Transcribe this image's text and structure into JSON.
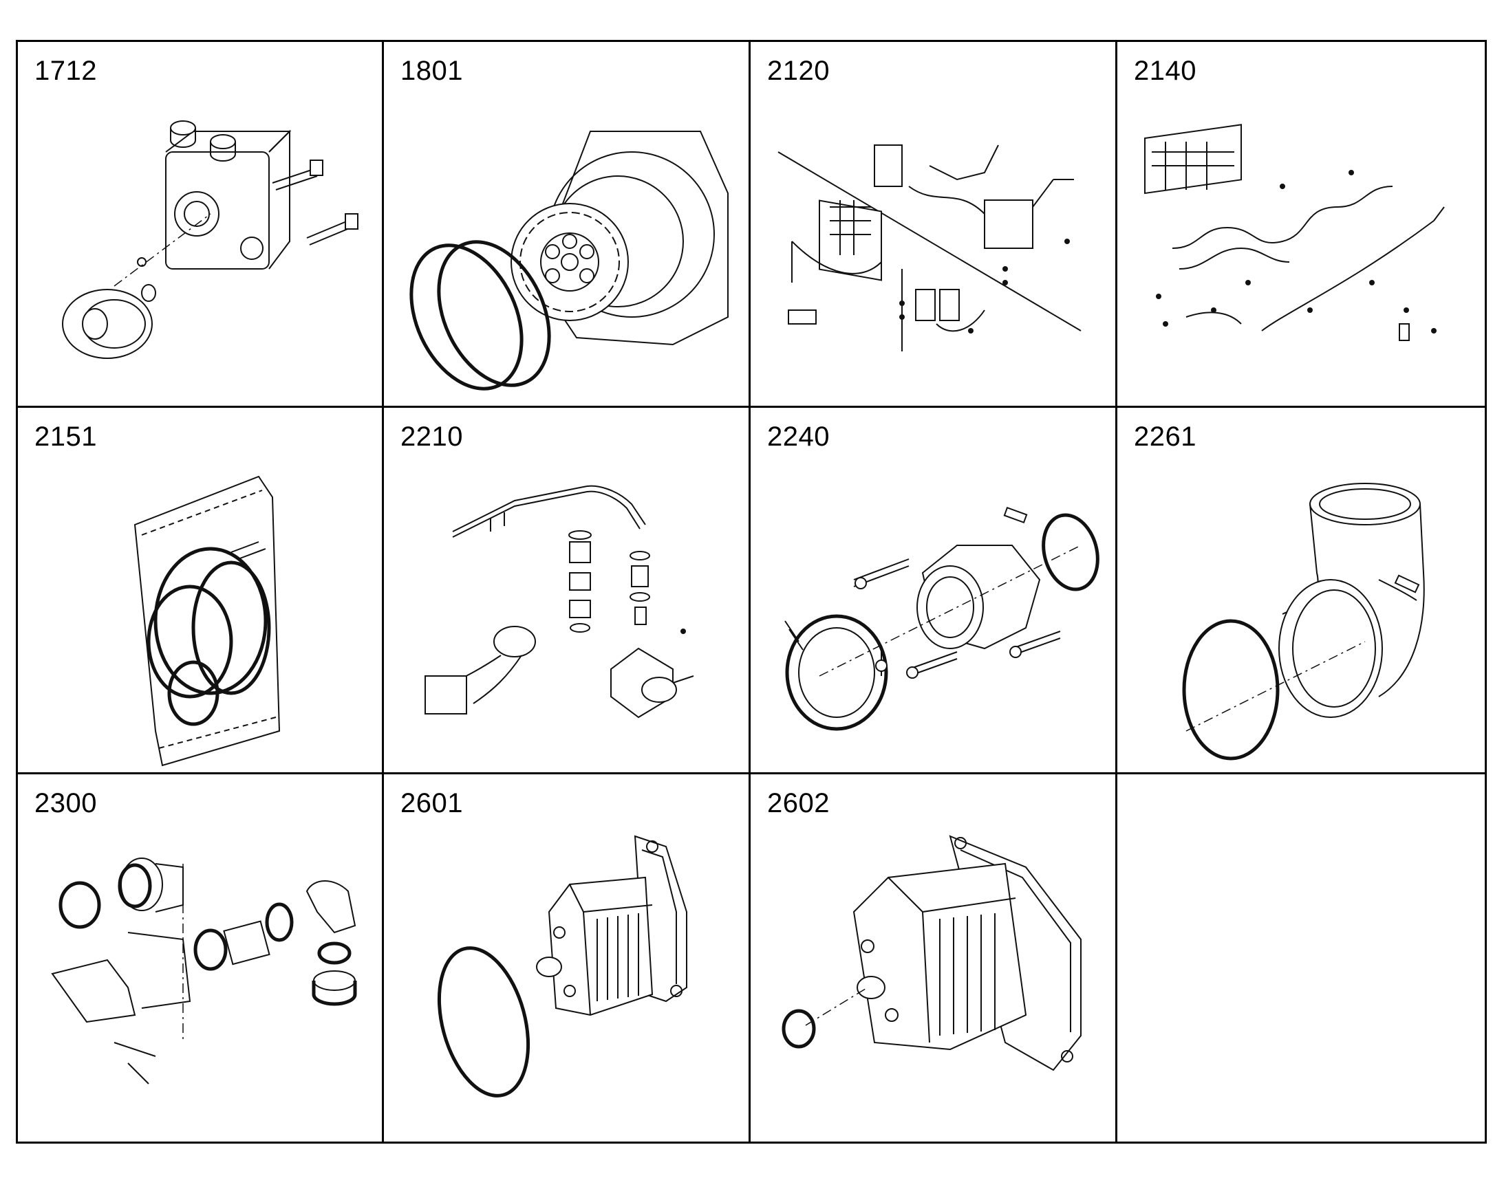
{
  "catalog": {
    "cells": [
      {
        "code": "1712",
        "icon": "hydraulic-pump-kit-icon"
      },
      {
        "code": "1801",
        "icon": "gear-drive-with-seal-rings-icon"
      },
      {
        "code": "2120",
        "icon": "fuel-filter-system-icon"
      },
      {
        "code": "2140",
        "icon": "fuel-injection-lines-icon"
      },
      {
        "code": "2151",
        "icon": "seal-kit-bag-icon"
      },
      {
        "code": "2210",
        "icon": "intake-pipe-assembly-icon"
      },
      {
        "code": "2240",
        "icon": "pipe-flange-with-clamp-icon"
      },
      {
        "code": "2261",
        "icon": "elbow-pipe-with-seal-ring-icon"
      },
      {
        "code": "2300",
        "icon": "air-intake-hose-kit-icon"
      },
      {
        "code": "2601",
        "icon": "intercooler-with-gasket-icon"
      },
      {
        "code": "2602",
        "icon": "intercooler-with-snap-ring-icon"
      },
      {
        "code": "",
        "icon": ""
      }
    ]
  }
}
